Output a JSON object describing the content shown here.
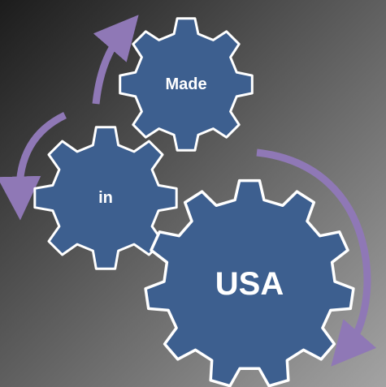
{
  "colors": {
    "background_dark": "#1c1c1c",
    "background_light": "#a3a3a3",
    "gear_fill": "#3d5f8f",
    "gear_stroke": "#ffffff",
    "arrow": "#8f78b6",
    "label": "#ffffff"
  },
  "gears": [
    {
      "id": "made",
      "label": "Made"
    },
    {
      "id": "in",
      "label": "in"
    },
    {
      "id": "usa",
      "label": "USA"
    }
  ]
}
